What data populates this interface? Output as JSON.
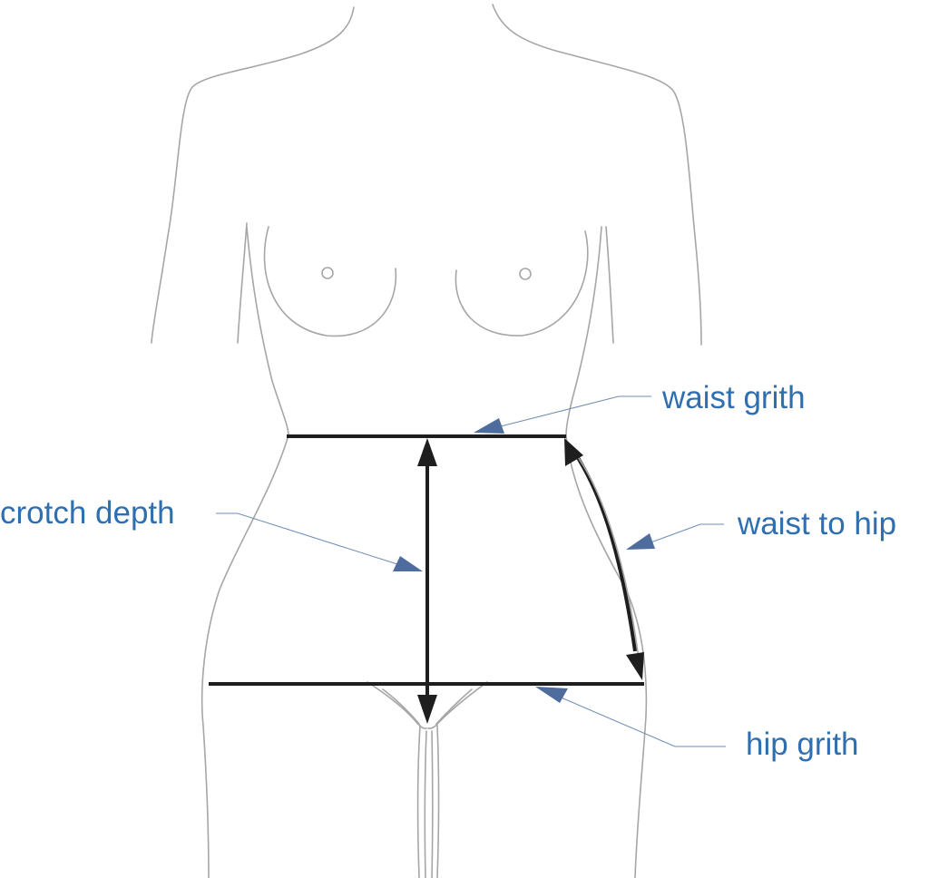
{
  "labels": {
    "waist_girth": "waist grith",
    "crotch_depth": "crotch depth",
    "waist_to_hip": "waist to hip",
    "hip_girth": "hip grith"
  },
  "colors": {
    "outline": "#a6a6a6",
    "measure_line": "#1e1e1e",
    "label_text": "#2f6fb0",
    "pointer": "#4f6c9e",
    "leader": "#6f8db5"
  }
}
